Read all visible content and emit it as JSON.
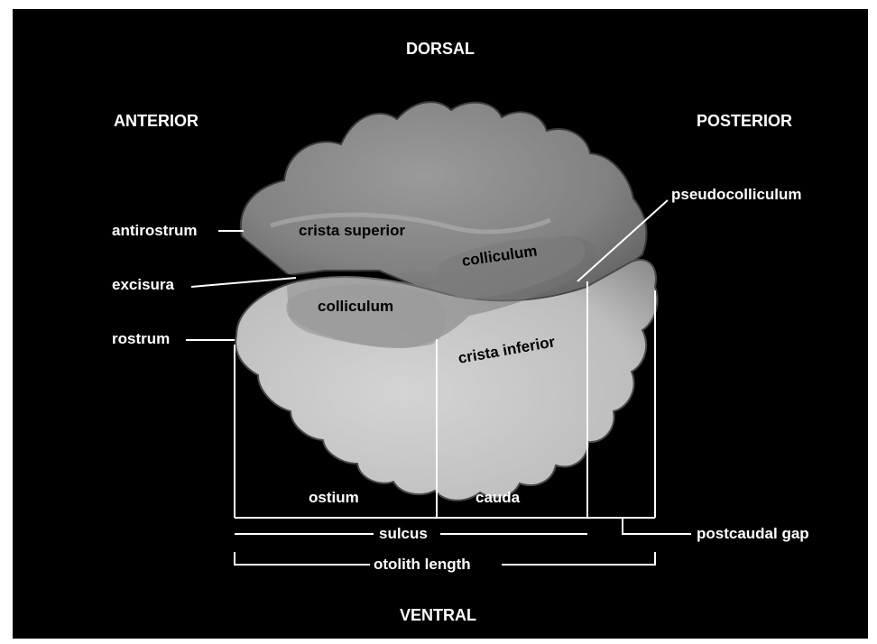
{
  "orientation": {
    "dorsal": "DORSAL",
    "ventral": "VENTRAL",
    "anterior": "ANTERIOR",
    "posterior": "POSTERIOR"
  },
  "labels": {
    "antirostrum": "antirostrum",
    "excisura": "excisura",
    "rostrum": "rostrum",
    "pseudocolliculum": "pseudocolliculum",
    "postcaudal_gap": "postcaudal gap"
  },
  "inner_labels": {
    "crista_superior": "crista superior",
    "colliculum_posterior": "colliculum",
    "colliculum_anterior": "colliculum",
    "crista_inferior": "crista inferior"
  },
  "measurements": {
    "ostium": "ostium",
    "cauda": "cauda",
    "sulcus": "sulcus",
    "otolith_length": "otolith length"
  },
  "colors": {
    "background": "#000000",
    "line": "#ffffff",
    "otolith_light": "#d8d8d8",
    "otolith_mid": "#a6a6a6",
    "otolith_dark": "#6e6e6e"
  }
}
